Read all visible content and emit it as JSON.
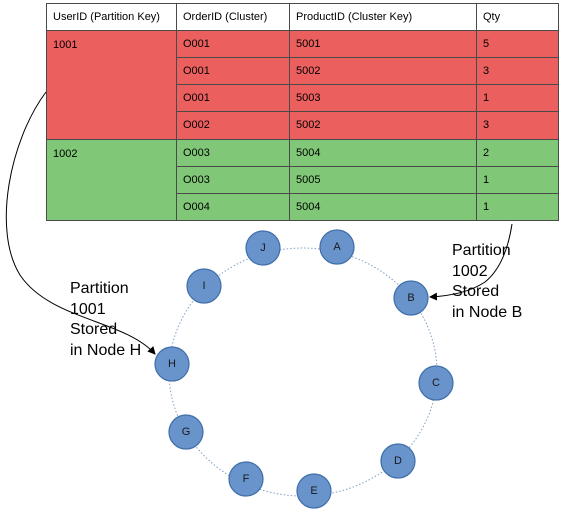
{
  "table": {
    "headers": [
      "UserID (Partition Key)",
      "OrderID (Cluster)",
      "ProductID (Cluster Key)",
      "Qty"
    ],
    "partitions": [
      {
        "user_id": "1001",
        "color": "#ec5f5f",
        "rows": [
          {
            "order_id": "O001",
            "product_id": "5001",
            "qty": "5"
          },
          {
            "order_id": "O001",
            "product_id": "5002",
            "qty": "3"
          },
          {
            "order_id": "O001",
            "product_id": "5003",
            "qty": "1"
          },
          {
            "order_id": "O002",
            "product_id": "5002",
            "qty": "3"
          }
        ]
      },
      {
        "user_id": "1002",
        "color": "#80c878",
        "rows": [
          {
            "order_id": "O003",
            "product_id": "5004",
            "qty": "2"
          },
          {
            "order_id": "O003",
            "product_id": "5005",
            "qty": "1"
          },
          {
            "order_id": "O004",
            "product_id": "5004",
            "qty": "1"
          }
        ]
      }
    ]
  },
  "ring": {
    "nodes": [
      "A",
      "B",
      "C",
      "D",
      "E",
      "F",
      "G",
      "H",
      "I",
      "J"
    ],
    "node_color": "#6894cb"
  },
  "annotations": {
    "partition_1001": [
      "Partition",
      "1001",
      "Stored",
      "in Node H"
    ],
    "partition_1002": [
      "Partition",
      "1002",
      "Stored",
      "in Node B"
    ]
  }
}
